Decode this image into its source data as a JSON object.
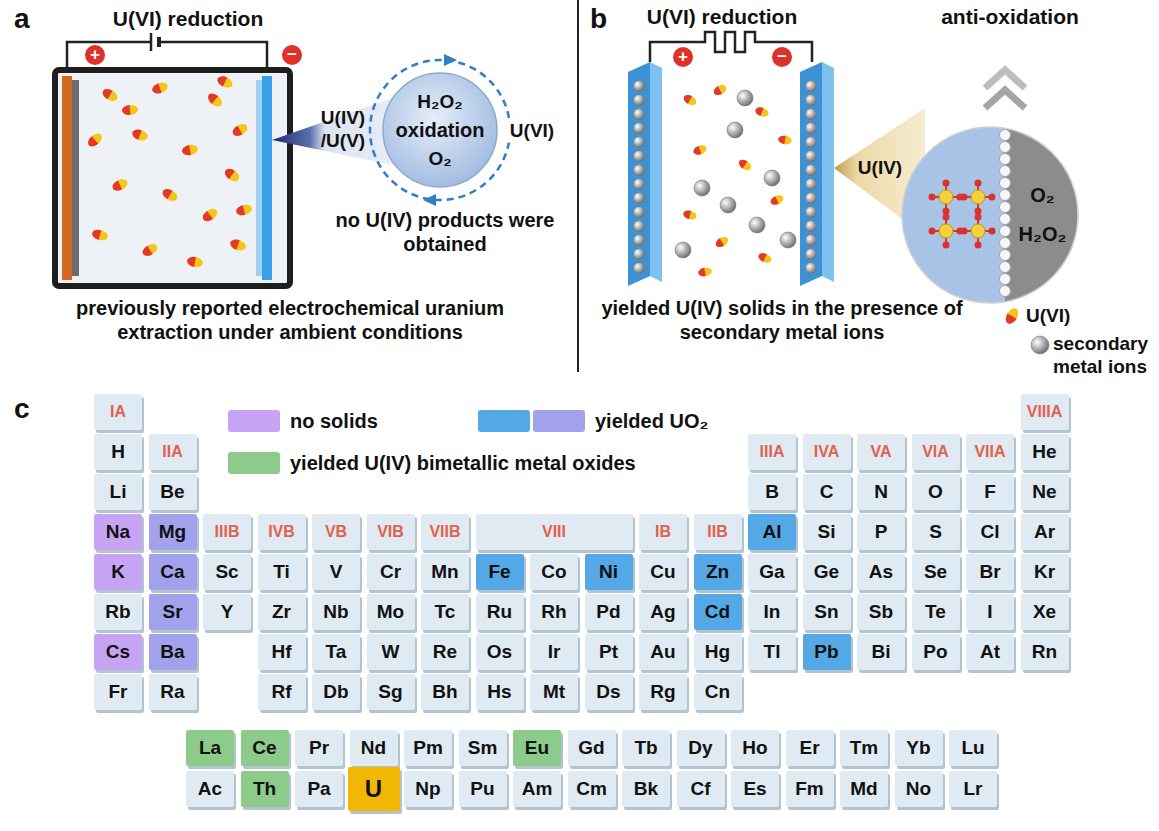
{
  "diagram": {
    "nodes": [
      {
        "text": [
          "H₂O₂",
          "oxidation",
          "O₂"
        ]
      },
      {
        "text": [
          "O₂",
          "H₂O₂"
        ]
      },
      {
        "text": [
          "IA"
        ]
      },
      {
        "text": [
          "VIIIA"
        ]
      },
      {
        "text": [
          "H"
        ]
      },
      {
        "text": [
          "IIA"
        ]
      },
      {
        "text": [
          "IIIA"
        ]
      },
      {
        "text": [
          "IVA"
        ]
      },
      {
        "text": [
          "VA"
        ]
      },
      {
        "text": [
          "VIA"
        ]
      },
      {
        "text": [
          "VIIA"
        ]
      },
      {
        "text": [
          "He"
        ]
      },
      {
        "text": [
          "Li"
        ]
      },
      {
        "text": [
          "Be"
        ]
      },
      {
        "text": [
          "B"
        ]
      },
      {
        "text": [
          "C"
        ]
      },
      {
        "text": [
          "N"
        ]
      },
      {
        "text": [
          "O"
        ]
      },
      {
        "text": [
          "F"
        ]
      },
      {
        "text": [
          "Ne"
        ]
      },
      {
        "text": [
          "Na"
        ]
      },
      {
        "text": [
          "Mg"
        ]
      },
      {
        "text": [
          "IIIB"
        ]
      },
      {
        "text": [
          "IVB"
        ]
      },
      {
        "text": [
          "VB"
        ]
      },
      {
        "text": [
          "VIB"
        ]
      },
      {
        "text": [
          "VIIB"
        ]
      },
      {
        "text": [
          "VIII"
        ]
      },
      {
        "text": [
          "IB"
        ]
      },
      {
        "text": [
          "IIB"
        ]
      },
      {
        "text": [
          "Al"
        ]
      },
      {
        "text": [
          "Si"
        ]
      },
      {
        "text": [
          "P"
        ]
      },
      {
        "text": [
          "S"
        ]
      },
      {
        "text": [
          "Cl"
        ]
      },
      {
        "text": [
          "Ar"
        ]
      },
      {
        "text": [
          "K"
        ]
      },
      {
        "text": [
          "Ca"
        ]
      },
      {
        "text": [
          "Sc"
        ]
      },
      {
        "text": [
          "Ti"
        ]
      },
      {
        "text": [
          "V"
        ]
      },
      {
        "text": [
          "Cr"
        ]
      },
      {
        "text": [
          "Mn"
        ]
      },
      {
        "text": [
          "Fe"
        ]
      },
      {
        "text": [
          "Co"
        ]
      },
      {
        "text": [
          "Ni"
        ]
      },
      {
        "text": [
          "Cu"
        ]
      },
      {
        "text": [
          "Zn"
        ]
      },
      {
        "text": [
          "Ga"
        ]
      },
      {
        "text": [
          "Ge"
        ]
      },
      {
        "text": [
          "As"
        ]
      },
      {
        "text": [
          "Se"
        ]
      },
      {
        "text": [
          "Br"
        ]
      },
      {
        "text": [
          "Kr"
        ]
      },
      {
        "text": [
          "Rb"
        ]
      },
      {
        "text": [
          "Sr"
        ]
      },
      {
        "text": [
          "Y"
        ]
      },
      {
        "text": [
          "Zr"
        ]
      },
      {
        "text": [
          "Nb"
        ]
      },
      {
        "text": [
          "Mo"
        ]
      },
      {
        "text": [
          "Tc"
        ]
      },
      {
        "text": [
          "Ru"
        ]
      },
      {
        "text": [
          "Rh"
        ]
      },
      {
        "text": [
          "Pd"
        ]
      },
      {
        "text": [
          "Ag"
        ]
      },
      {
        "text": [
          "Cd"
        ]
      },
      {
        "text": [
          "In"
        ]
      },
      {
        "text": [
          "Sn"
        ]
      },
      {
        "text": [
          "Sb"
        ]
      },
      {
        "text": [
          "Te"
        ]
      },
      {
        "text": [
          "I"
        ]
      },
      {
        "text": [
          "Xe"
        ]
      },
      {
        "text": [
          "Cs"
        ]
      },
      {
        "text": [
          "Ba"
        ]
      },
      {
        "text": [
          "Hf"
        ]
      },
      {
        "text": [
          "Ta"
        ]
      },
      {
        "text": [
          "W"
        ]
      },
      {
        "text": [
          "Re"
        ]
      },
      {
        "text": [
          "Os"
        ]
      },
      {
        "text": [
          "Ir"
        ]
      },
      {
        "text": [
          "Pt"
        ]
      },
      {
        "text": [
          "Au"
        ]
      },
      {
        "text": [
          "Hg"
        ]
      },
      {
        "text": [
          "Tl"
        ]
      },
      {
        "text": [
          "Pb"
        ]
      },
      {
        "text": [
          "Bi"
        ]
      },
      {
        "text": [
          "Po"
        ]
      },
      {
        "text": [
          "At"
        ]
      },
      {
        "text": [
          "Rn"
        ]
      },
      {
        "text": [
          "Fr"
        ]
      },
      {
        "text": [
          "Ra"
        ]
      },
      {
        "text": [
          "Rf"
        ]
      },
      {
        "text": [
          "Db"
        ]
      },
      {
        "text": [
          "Sg"
        ]
      },
      {
        "text": [
          "Bh"
        ]
      },
      {
        "text": [
          "Hs"
        ]
      },
      {
        "text": [
          "Mt"
        ]
      },
      {
        "text": [
          "Ds"
        ]
      },
      {
        "text": [
          "Rg"
        ]
      },
      {
        "text": [
          "Cn"
        ]
      },
      {
        "text": [
          "La"
        ]
      },
      {
        "text": [
          "Ce"
        ]
      },
      {
        "text": [
          "Pr"
        ]
      },
      {
        "text": [
          "Nd"
        ]
      },
      {
        "text": [
          "Pm"
        ]
      },
      {
        "text": [
          "Sm"
        ]
      },
      {
        "text": [
          "Eu"
        ]
      },
      {
        "text": [
          "Gd"
        ]
      },
      {
        "text": [
          "Tb"
        ]
      },
      {
        "text": [
          "Dy"
        ]
      },
      {
        "text": [
          "Ho"
        ]
      },
      {
        "text": [
          "Er"
        ]
      },
      {
        "text": [
          "Tm"
        ]
      },
      {
        "text": [
          "Yb"
        ]
      },
      {
        "text": [
          "Lu"
        ]
      },
      {
        "text": [
          "Ac"
        ]
      },
      {
        "text": [
          "Th"
        ]
      },
      {
        "text": [
          "Pa"
        ]
      },
      {
        "text": [
          "U"
        ]
      },
      {
        "text": [
          "Np"
        ]
      },
      {
        "text": [
          "Pu"
        ]
      },
      {
        "text": [
          "Am"
        ]
      },
      {
        "text": [
          "Cm"
        ]
      },
      {
        "text": [
          "Bk"
        ]
      },
      {
        "text": [
          "Cf"
        ]
      },
      {
        "text": [
          "Es"
        ]
      },
      {
        "text": [
          "Fm"
        ]
      },
      {
        "text": [
          "Md"
        ]
      },
      {
        "text": [
          "No"
        ]
      },
      {
        "text": [
          "Lr"
        ]
      }
    ],
    "labels": [
      "a",
      "U(VI) reduction",
      "+",
      "−",
      "U(IV) /U(V)",
      "U(VI)",
      "no U(IV) products were obtained",
      "previously reported electrochemical uranium extraction under ambient conditions",
      "b",
      "U(VI) reduction",
      "anti-oxidation",
      "+",
      "−",
      "U(IV)",
      "yielded U(IV) solids in the presence of secondary metal ions",
      "c"
    ],
    "legend": [
      {
        "text": "U(VI)"
      },
      {
        "text": "secondary metal ions"
      },
      {
        "text": "no solids",
        "color": "#c7a3f3"
      },
      {
        "text": "yielded UO₂",
        "color": "#55a8e6"
      },
      {
        "text": "yielded U(IV) bimetallic metal oxides",
        "color": "#8dcb8b"
      }
    ]
  }
}
